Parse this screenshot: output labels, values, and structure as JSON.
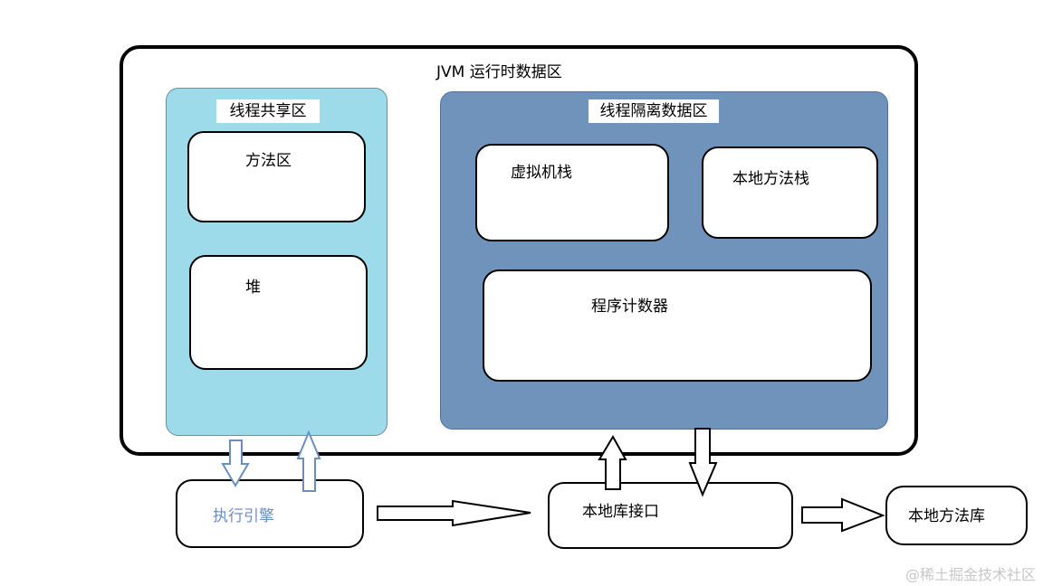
{
  "runtime_area": {
    "title": "JVM 运行时数据区"
  },
  "shared_area": {
    "title": "线程共享区",
    "method_area": "方法区",
    "heap": "堆"
  },
  "isolated_area": {
    "title": "线程隔离数据区",
    "vm_stack": "虚拟机栈",
    "native_method_stack": "本地方法栈",
    "program_counter": "程序计数器"
  },
  "execution_engine": "执行引擎",
  "native_interface": "本地库接口",
  "native_library": "本地方法库",
  "watermark": "@稀土掘金技术社区",
  "colors": {
    "shared_area": "#9ddbeb",
    "isolated_area": "#7093bb",
    "engine_arrows": "#6a8fbf",
    "engine_text": "#6a8fbf"
  }
}
